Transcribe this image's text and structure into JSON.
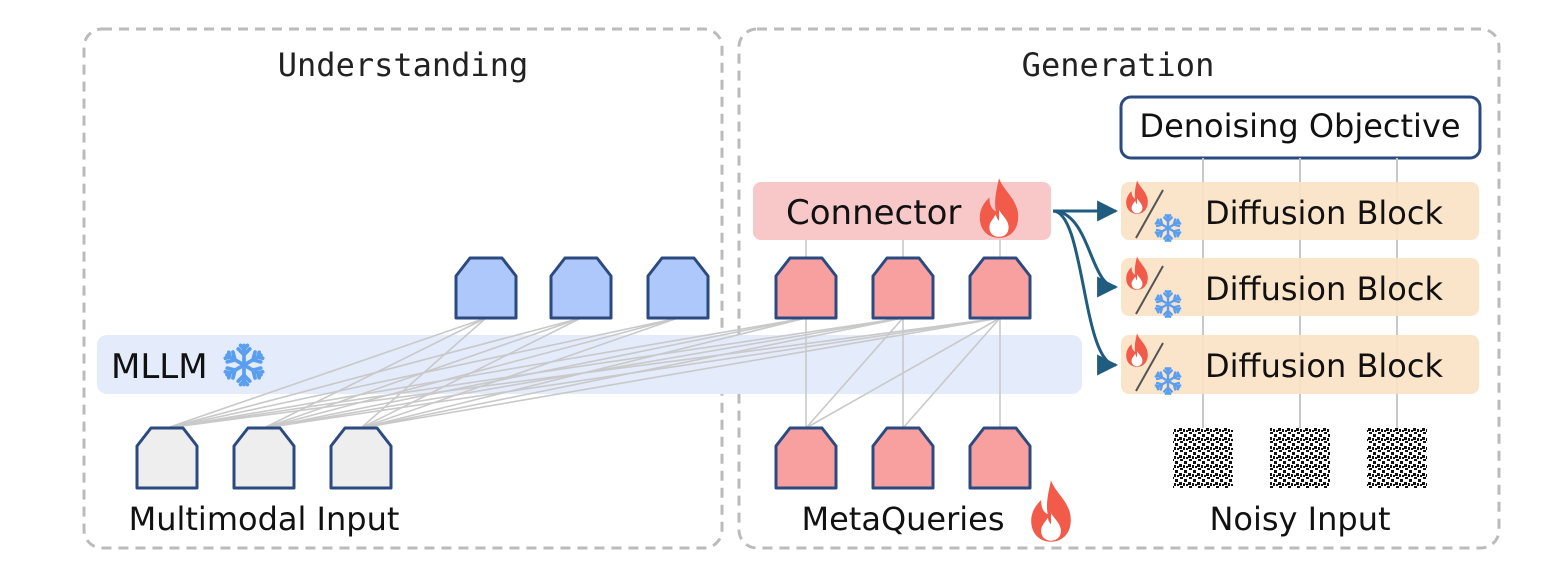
{
  "understanding": {
    "title": "Understanding",
    "mllm_label": "MLLM",
    "input_label": "Multimodal Input"
  },
  "generation": {
    "title": "Generation",
    "connector_label": "Connector",
    "objective_label": "Denoising Objective",
    "diffusion_blocks": [
      "Diffusion Block",
      "Diffusion Block",
      "Diffusion Block"
    ],
    "metaqueries_label": "MetaQueries",
    "noisy_input_label": "Noisy Input"
  },
  "icons": {
    "frozen": "snowflake-icon",
    "trainable": "flame-icon",
    "partially_trainable": "flame-slash-snowflake-icon"
  },
  "colors": {
    "understanding_token": "#aec8fb",
    "metaquery_token": "#f8a0a0",
    "input_token": "#eeeeee",
    "token_border": "#2b4a80",
    "mllm_band": "#e4ebfb",
    "connector_fill": "#f8c8c8",
    "diffusion_fill": "#fbe3c6",
    "objective_border": "#2b4a80",
    "arrow": "#1f5c80",
    "flame": "#f25a4a",
    "snowflake": "#5a9ef0",
    "dashed_border": "#bbbbbb"
  }
}
